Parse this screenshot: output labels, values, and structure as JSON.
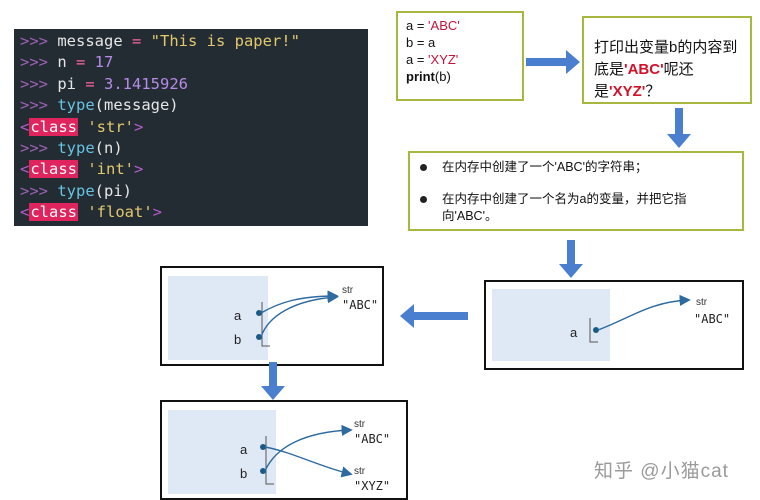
{
  "terminal": {
    "lines": [
      {
        "prompt": ">>> ",
        "a": "message",
        "op": " = ",
        "b": "\"This is paper!\""
      },
      {
        "prompt": ">>> ",
        "a": "n",
        "op": " = ",
        "b": "17"
      },
      {
        "prompt": ">>> ",
        "a": "pi",
        "op": " = ",
        "b": "3.1415926"
      },
      {
        "prompt": ">>> ",
        "fn": "type",
        "arg": "(message)"
      },
      {
        "lt": "<",
        "kw": "class",
        "s": " 'str'",
        "gt": ">"
      },
      {
        "prompt": ">>> ",
        "fn": "type",
        "arg": "(n)"
      },
      {
        "lt": "<",
        "kw": "class",
        "s": " 'int'",
        "gt": ">"
      },
      {
        "prompt": ">>> ",
        "fn": "type",
        "arg": "(pi)"
      },
      {
        "lt": "<",
        "kw": "class",
        "s": " 'float'",
        "gt": ">"
      }
    ]
  },
  "code": {
    "l1a": "a = ",
    "l1b": "'ABC'",
    "l2": "b = a",
    "l3a": "a = ",
    "l3b": "'XYZ'",
    "l4a": "print",
    "l4b": "(b)"
  },
  "question": {
    "t1": "打印出变量b的内容到底是",
    "h1": "'ABC'",
    "t2": "呢还是",
    "h2": "'XYZ'",
    "t3": "？"
  },
  "bullets": [
    "在内存中创建了一个'ABC'的字符串；",
    "在内存中创建了一个名为a的变量，并把它指",
    "向'ABC'。"
  ],
  "memory": {
    "str_tag": "str",
    "abc": "\"ABC\"",
    "xyz": "\"XYZ\"",
    "var_a": "a",
    "var_b": "b"
  },
  "colors": {
    "arrow_blue": "#4a7fd0",
    "box_border": "#a7b73f",
    "mem_fill": "#dfe9f6",
    "terminal_bg": "#232b33"
  },
  "watermark": "知乎 @小猫cat"
}
